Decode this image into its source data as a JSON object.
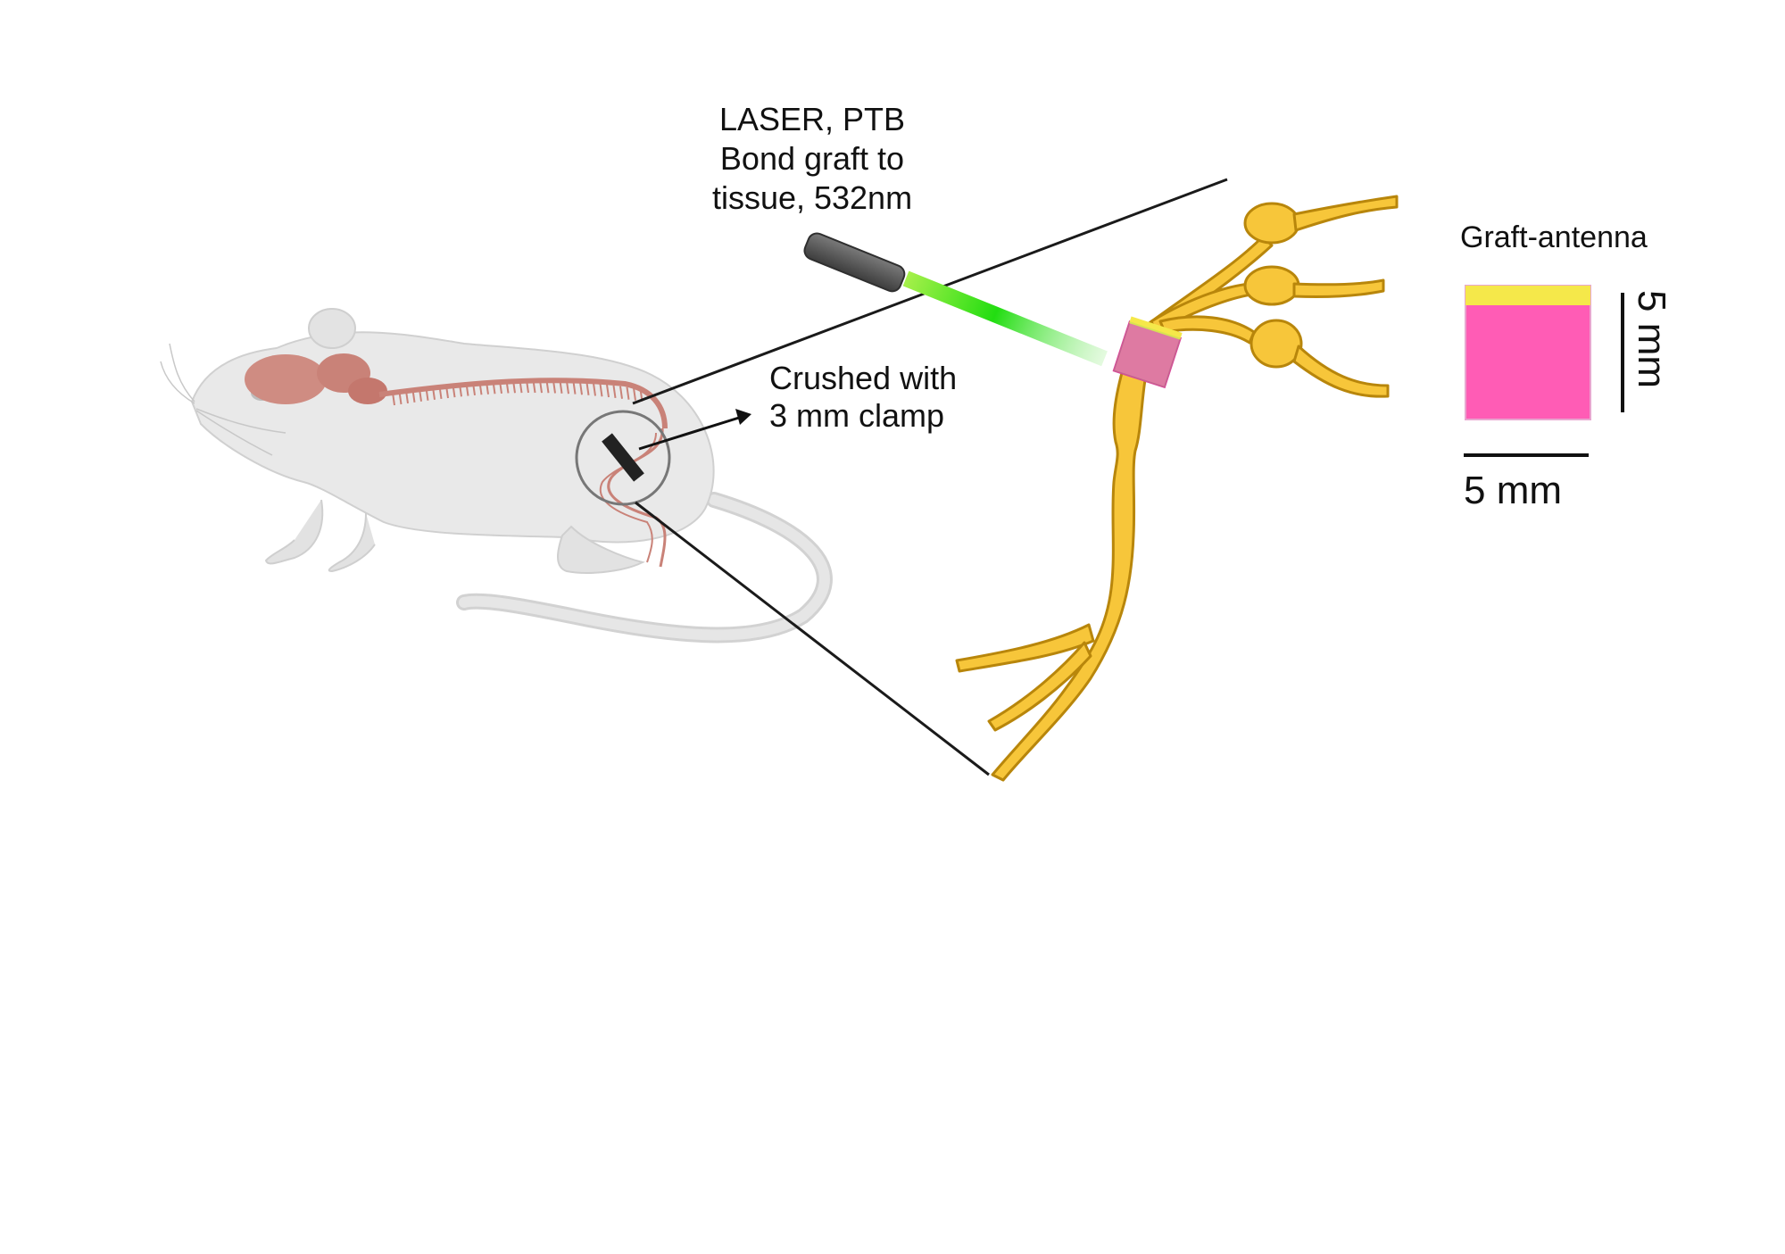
{
  "labels": {
    "laser_line1": "LASER, PTB",
    "laser_line2": "Bond graft to",
    "laser_line3": "tissue, 532nm",
    "crush_line1": "Crushed with",
    "crush_line2": "3 mm clamp",
    "graft_title": "Graft-antenna",
    "scale_vertical": "5 mm",
    "scale_horizontal": "5 mm"
  },
  "colors": {
    "mouse_body": "#e9e9e9",
    "mouse_outline": "#cfcfcf",
    "nervous_system": "#c98278",
    "nerve_fill": "#f7c63a",
    "nerve_outline": "#b8860b",
    "laser_beam": "#33e01a",
    "laser_device": "#555555",
    "graft_pink": "#ff5cb5",
    "graft_yellow": "#f5e84a",
    "clamp": "#222222"
  },
  "icons": {
    "mouse": "mouse-illustration",
    "laser": "laser-pointer-icon",
    "nerve": "sciatic-nerve-illustration",
    "graft": "graft-antenna-square"
  }
}
